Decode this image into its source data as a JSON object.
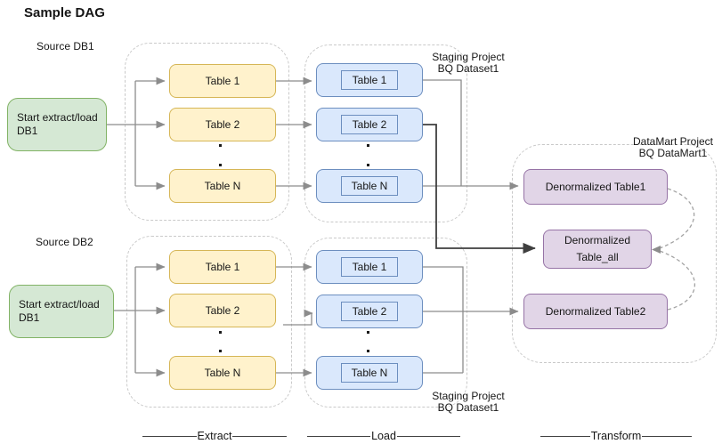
{
  "title": "Sample DAG",
  "labels": {
    "source_db1": "Source DB1",
    "source_db2": "Source DB2",
    "staging_top": {
      "line1": "Staging Project",
      "line2": "BQ Dataset1"
    },
    "staging_bottom": {
      "line1": "Staging Project",
      "line2": "BQ Dataset1"
    },
    "datamart": {
      "line1": "DataMart Project",
      "line2": "BQ DataMart1"
    }
  },
  "start_nodes": {
    "db1": {
      "line1": "Start extract/load",
      "line2": "DB1"
    },
    "db2": {
      "line1": "Start extract/load",
      "line2": "DB1"
    }
  },
  "groups": {
    "extract_db1": {
      "tables": [
        "Table 1",
        "Table 2",
        "Table N"
      ]
    },
    "load_db1": {
      "tables": [
        "Table 1",
        "Table 2",
        "Table N"
      ]
    },
    "extract_db2": {
      "tables": [
        "Table 1",
        "Table 2",
        "Table N"
      ]
    },
    "load_db2": {
      "tables": [
        "Table 1",
        "Table 2",
        "Table N"
      ]
    }
  },
  "datamart_nodes": {
    "table1": "Denormalized Table1",
    "table_all": {
      "line1": "Denormalized",
      "line2": "Table_all"
    },
    "table2": "Denormalized Table2"
  },
  "stages": {
    "extract": "Extract",
    "load": "Load",
    "transform": "Transform"
  },
  "colors": {
    "extract_fill": "#FFF2CC",
    "extract_stroke": "#D6B656",
    "load_fill": "#DAE8FC",
    "load_stroke": "#6C8EBF",
    "start_fill": "#D5E8D4",
    "start_stroke": "#82B366",
    "datamart_fill": "#E1D5E7",
    "datamart_stroke": "#9673A6",
    "wire": "#8c8c8c",
    "wire_dark": "#3f3f3f",
    "container_dash": "#c9c9c9"
  }
}
